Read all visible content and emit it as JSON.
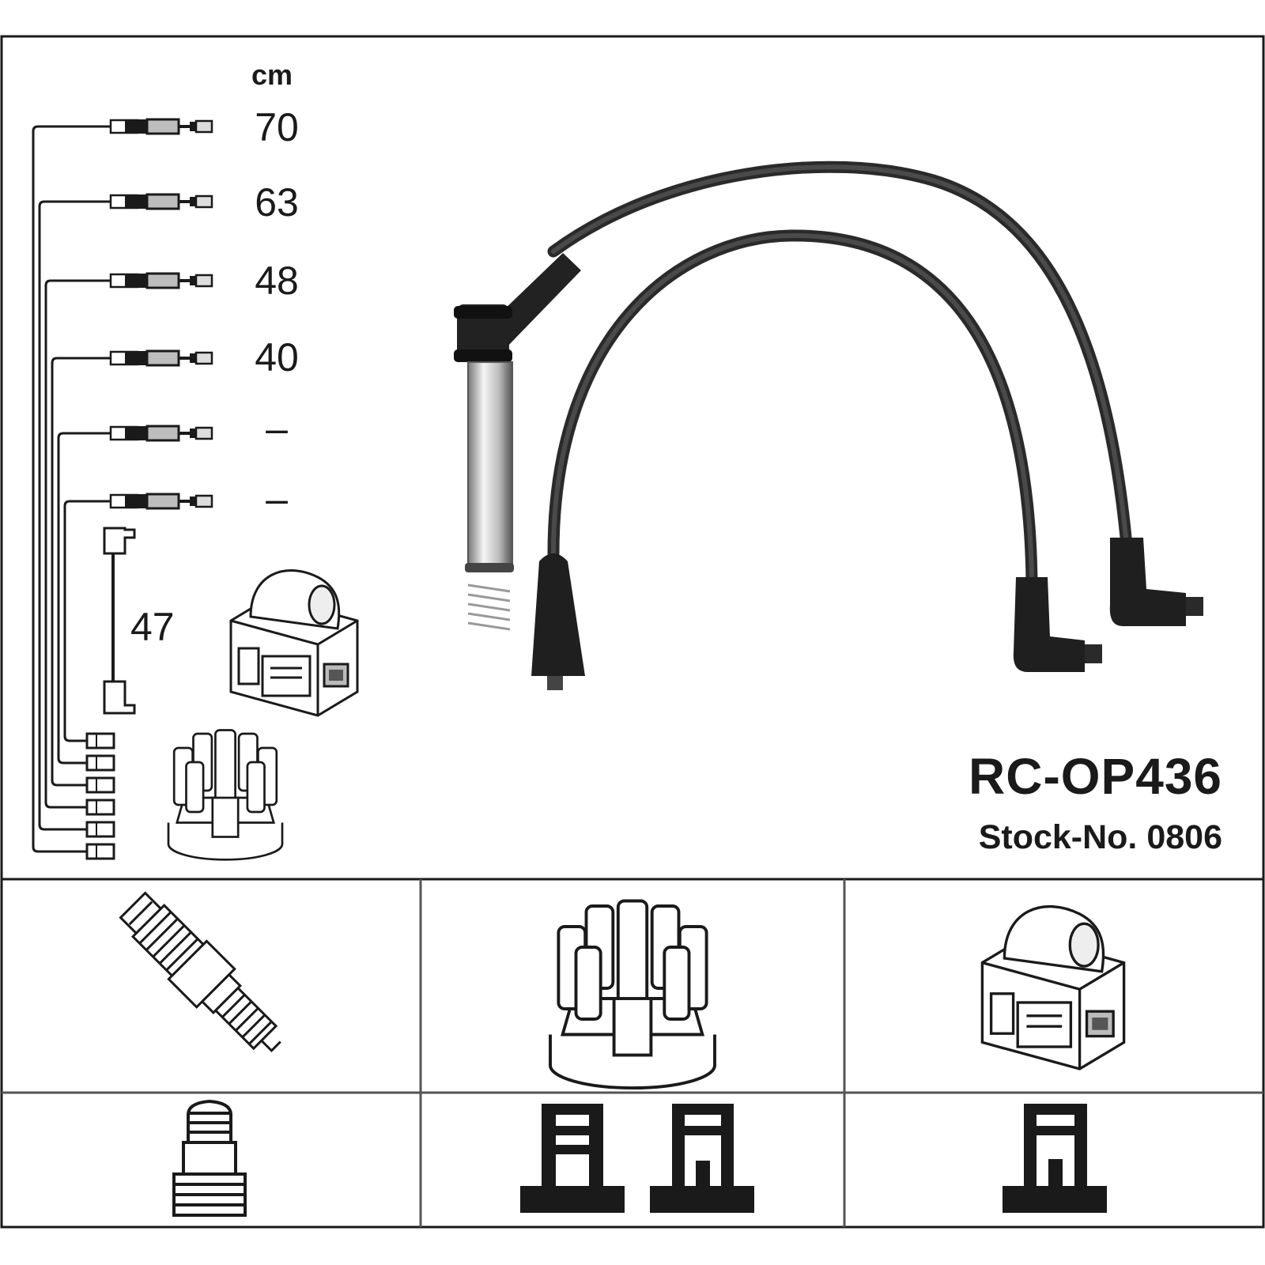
{
  "unit_label": "cm",
  "lengths": [
    "70",
    "63",
    "48",
    "40",
    "–",
    "–"
  ],
  "coil_lead_length": "47",
  "part_number": "RC-OP436",
  "stock_number": "Stock-No. 0806",
  "icons": {
    "spark_plug": "spark-plug-icon",
    "distributor_cap": "distributor-cap-icon",
    "ignition_coil": "ignition-coil-icon",
    "plug_terminal": "plug-terminal-icon",
    "cap_tower_male": "tower-male-icon",
    "cap_tower_female": "tower-female-icon",
    "coil_tower": "coil-tower-icon"
  },
  "colors": {
    "ink": "#1a1a1a",
    "cable": "#333333",
    "boot": "#222222",
    "grid": "#555555"
  }
}
